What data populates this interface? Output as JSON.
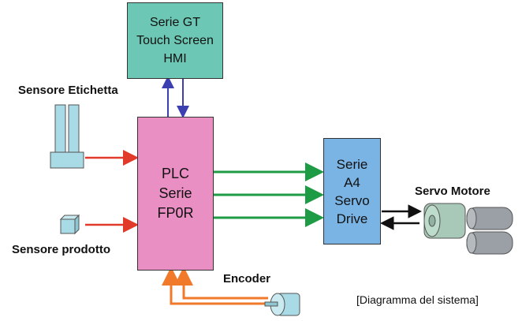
{
  "blocks": {
    "hmi": {
      "lines": [
        "Serie GT",
        "Touch Screen",
        "HMI"
      ],
      "color": "#6cc7b4"
    },
    "plc": {
      "lines": [
        "PLC",
        "Serie",
        "FP0R"
      ],
      "color": "#e98fc4"
    },
    "servo_drive": {
      "lines": [
        "Serie",
        "A4",
        "Servo",
        "Drive"
      ],
      "color": "#7ab4e4"
    }
  },
  "labels": {
    "label_sensor": "Sensore Etichetta",
    "product_sensor": "Sensore prodotto",
    "encoder": "Encoder",
    "servo_motor": "Servo Motore",
    "caption": "[Diagramma del sistema]"
  },
  "colors": {
    "hmi_link": "#3b3fb0",
    "sensor_link": "#e23a2a",
    "drive_link": "#1e9b45",
    "motor_link": "#111111",
    "encoder_link": "#f07a2a",
    "device": "#a9dbe6",
    "motor": "#a9c9b8",
    "motor_dark": "#9aa0a6"
  }
}
